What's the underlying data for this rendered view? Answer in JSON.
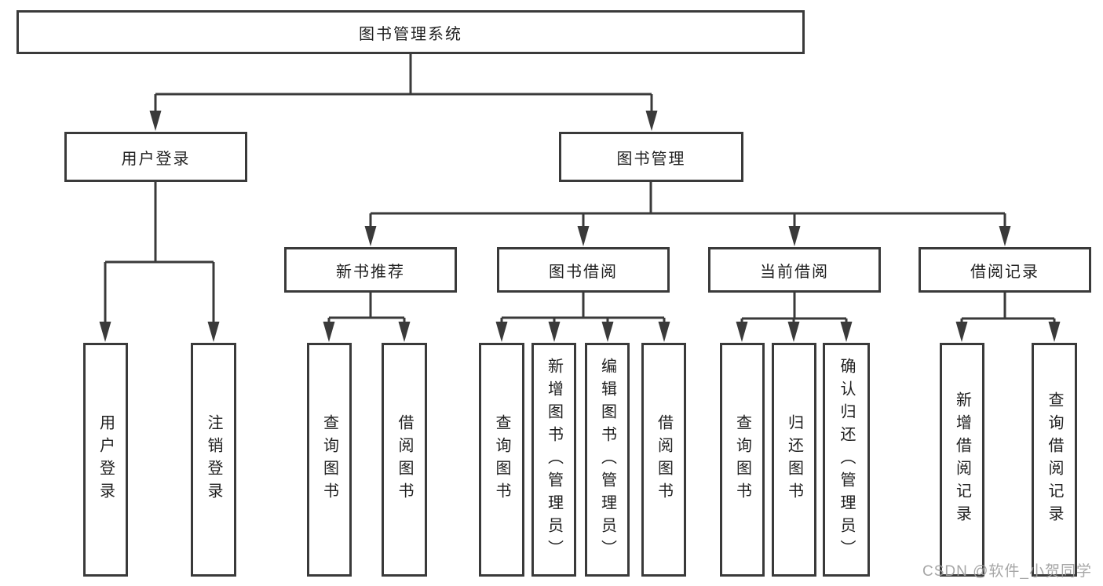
{
  "nodes": {
    "root": {
      "label": "图书管理系统"
    },
    "level2": [
      {
        "label": "用户登录"
      },
      {
        "label": "图书管理"
      }
    ],
    "level3": [
      {
        "label": "新书推荐"
      },
      {
        "label": "图书借阅"
      },
      {
        "label": "当前借阅"
      },
      {
        "label": "借阅记录"
      }
    ],
    "leaves": {
      "login": [
        "用户登录",
        "注销登录"
      ],
      "recommend": [
        "查询图书",
        "借阅图书"
      ],
      "borrowing": [
        "查询图书",
        "新增图书（管理员）",
        "编辑图书（管理员）",
        "借阅图书"
      ],
      "current": [
        "查询图书",
        "归还图书",
        "确认归还（管理员）"
      ],
      "records": [
        "新增借阅记录",
        "查询借阅记录"
      ]
    }
  },
  "watermark": {
    "text": "CSDN @软件_小贺同学"
  },
  "colors": {
    "line": "#3a3a3a",
    "box_border": "#3a3a3a",
    "text": "#1f1f1f",
    "watermark": "#9e9e9e",
    "background": "#ffffff"
  }
}
